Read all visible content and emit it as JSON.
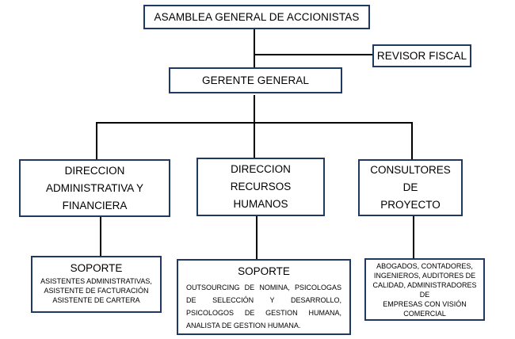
{
  "diagram": {
    "asamblea": "ASAMBLEA GENERAL DE ACCIONISTAS",
    "revisor": "REVISOR FISCAL",
    "gerente": "GERENTE GENERAL",
    "dir_admin": {
      "line1": "DIRECCION",
      "line2": "ADMINISTRATIVA Y",
      "line3": "FINANCIERA"
    },
    "dir_rrhh": {
      "line1": "DIRECCION RECURSOS",
      "line2": "HUMANOS"
    },
    "consultores": {
      "line1": "CONSULTORES DE",
      "line2": "PROYECTO"
    },
    "soporte_admin": {
      "title": "SOPORTE",
      "line1": "ASISTENTES ADMINISTRATIVAS,",
      "line2": "ASISTENTE DE FACTURACIÓN",
      "line3": "ASISTENTE DE CARTERA"
    },
    "soporte_rrhh": {
      "title": "SOPORTE",
      "body": "OUTSOURCING DE NOMINA, PSICOLOGAS DE SELECCIÓN Y DESARROLLO, PSICOLOGOS DE GESTION HUMANA, ANALISTA DE GESTION HUMANA."
    },
    "consultores_detalle": {
      "line1": "ABOGADOS, CONTADORES,",
      "line2": "INGENIEROS, AUDITORES DE",
      "line3": "CALIDAD, ADMINISTRADORES DE",
      "line4": "EMPRESAS CON VISIÓN",
      "line5": "COMERCIAL"
    }
  }
}
